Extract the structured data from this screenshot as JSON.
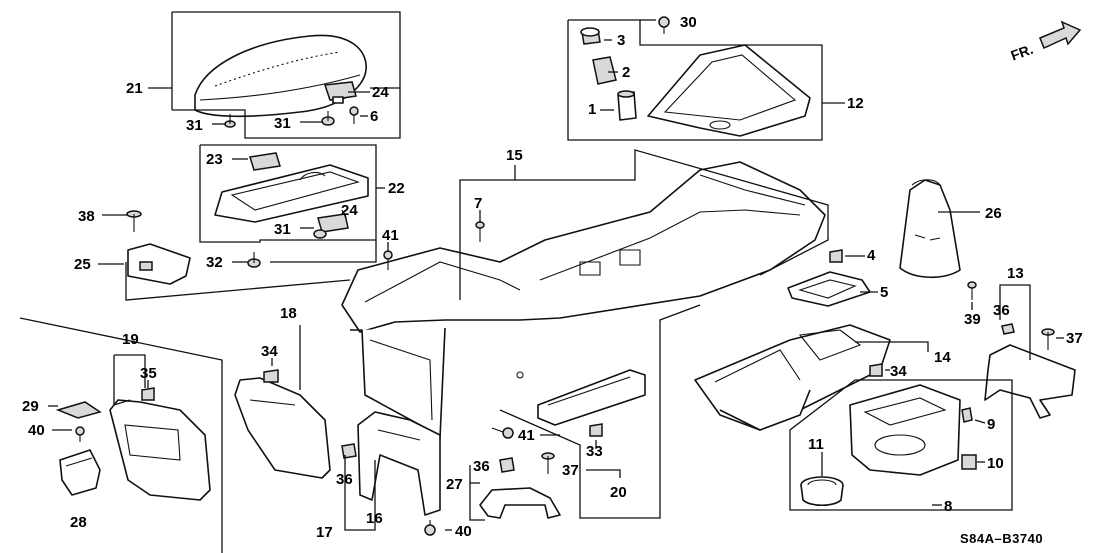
{
  "diagram": {
    "code": "S84A–B3740",
    "front_indicator": "FR.",
    "callouts": {
      "p1": "1",
      "p2": "2",
      "p3": "3",
      "p4": "4",
      "p5": "5",
      "p6": "6",
      "p7": "7",
      "p8": "8",
      "p9": "9",
      "p10": "10",
      "p11": "11",
      "p12": "12",
      "p13": "13",
      "p14": "14",
      "p15": "15",
      "p16": "16",
      "p17": "17",
      "p18": "18",
      "p19": "19",
      "p20": "20",
      "p21": "21",
      "p22": "22",
      "p23": "23",
      "p24": "24",
      "p25": "25",
      "p26": "26",
      "p27": "27",
      "p28": "28",
      "p29": "29",
      "p30": "30",
      "p31": "31",
      "p32": "32",
      "p33": "33",
      "p34": "34",
      "p35": "35",
      "p36": "36",
      "p37": "37",
      "p38": "38",
      "p39": "39",
      "p40": "40",
      "p41": "41"
    }
  }
}
